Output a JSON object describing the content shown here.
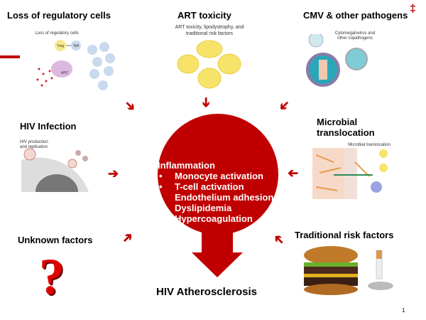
{
  "corner_mark": "‡",
  "page_number": "1",
  "accent_color": "#c00000",
  "factors": {
    "regulatory": {
      "title": "Loss of regulatory cells",
      "caption": "Loss of regulatory cells",
      "labels": [
        "Treg",
        "Teff",
        "APC"
      ]
    },
    "art": {
      "title": "ART toxicity",
      "caption": "ART toxicity, lipodystrophy, and traditional risk factors"
    },
    "cmv": {
      "title": "CMV & other pathogens",
      "caption": "Cytomegalovirus and other copathogens"
    },
    "hiv": {
      "title": "HIV Infection",
      "caption": "HIV production and replication"
    },
    "microbial": {
      "title": "Microbial translocation",
      "caption": "Microbial translocation"
    },
    "unknown": {
      "title": "Unknown factors",
      "symbol": "?"
    },
    "traditional": {
      "title": "Traditional risk factors"
    }
  },
  "center": {
    "heading": "Inflammation",
    "items": [
      "Monocyte activation",
      "T-cell activation",
      "Endothelium adhesion",
      "Dyslipidemia",
      "Hypercoagulation"
    ]
  },
  "outcome": "HIV Atherosclerosis"
}
